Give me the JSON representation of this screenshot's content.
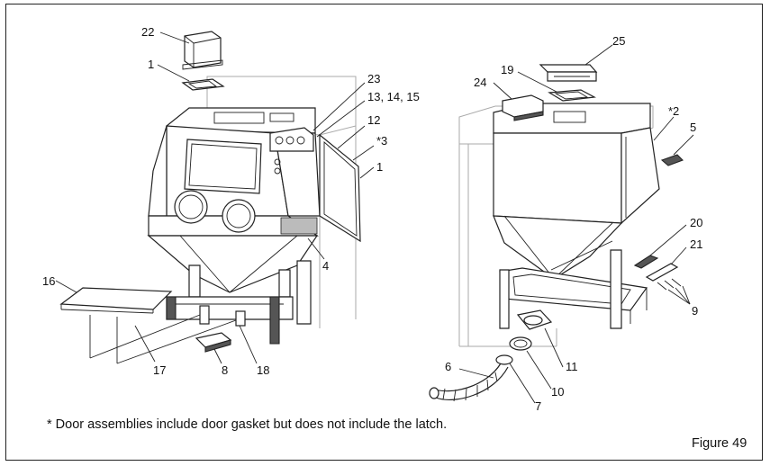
{
  "callouts": [
    {
      "id": "c22",
      "text": "22"
    },
    {
      "id": "c1a",
      "text": "1"
    },
    {
      "id": "c23",
      "text": "23"
    },
    {
      "id": "c131415",
      "text": "13, 14, 15"
    },
    {
      "id": "c12",
      "text": "12"
    },
    {
      "id": "c3",
      "text": "*3"
    },
    {
      "id": "c1b",
      "text": "1"
    },
    {
      "id": "c4",
      "text": "4"
    },
    {
      "id": "c16",
      "text": "16"
    },
    {
      "id": "c17",
      "text": "17"
    },
    {
      "id": "c8",
      "text": "8"
    },
    {
      "id": "c18",
      "text": "18"
    },
    {
      "id": "c24",
      "text": "24"
    },
    {
      "id": "c19",
      "text": "19"
    },
    {
      "id": "c25",
      "text": "25"
    },
    {
      "id": "c2",
      "text": "*2"
    },
    {
      "id": "c5",
      "text": "5"
    },
    {
      "id": "c20",
      "text": "20"
    },
    {
      "id": "c21",
      "text": "21"
    },
    {
      "id": "c9",
      "text": "9"
    },
    {
      "id": "c11",
      "text": "11"
    },
    {
      "id": "c10",
      "text": "10"
    },
    {
      "id": "c6",
      "text": "6"
    },
    {
      "id": "c7",
      "text": "7"
    }
  ],
  "footnote": "* Door assemblies include door gasket but does not include the latch.",
  "figure_label": "Figure 49"
}
